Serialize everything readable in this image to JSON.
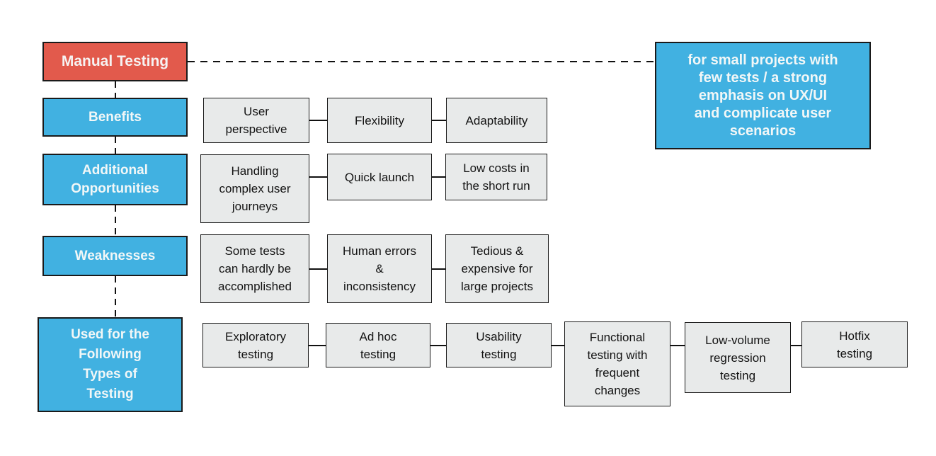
{
  "colors": {
    "red": "#E25A4C",
    "blue": "#41B1E1",
    "gray": "#E8EAEA",
    "border": "#1A1A1A"
  },
  "title": {
    "label": "Manual Testing"
  },
  "note": {
    "text": "for small projects with\nfew tests / a strong\nemphasis on UX/UI\nand complicate user\nscenarios"
  },
  "rows": {
    "benefits": {
      "category": "Benefits",
      "items": [
        "User\nperspective",
        "Flexibility",
        "Adaptability"
      ]
    },
    "opportunities": {
      "category": "Additional\nOpportunities",
      "items": [
        "Handling\ncomplex user\njourneys",
        "Quick launch",
        "Low costs in\nthe short run"
      ]
    },
    "weaknesses": {
      "category": "Weaknesses",
      "items": [
        "Some tests\ncan hardly be\naccomplished",
        "Human errors\n&\ninconsistency",
        "Tedious &\nexpensive for\nlarge projects"
      ]
    },
    "testing": {
      "category": "Used for the\nFollowing\nTypes of\nTesting",
      "items": [
        "Exploratory\ntesting",
        "Ad hoc\ntesting",
        "Usability\ntesting",
        "Functional\ntesting with\nfrequent\nchanges",
        "Low-volume\nregression\ntesting",
        "Hotfix\ntesting"
      ]
    }
  }
}
